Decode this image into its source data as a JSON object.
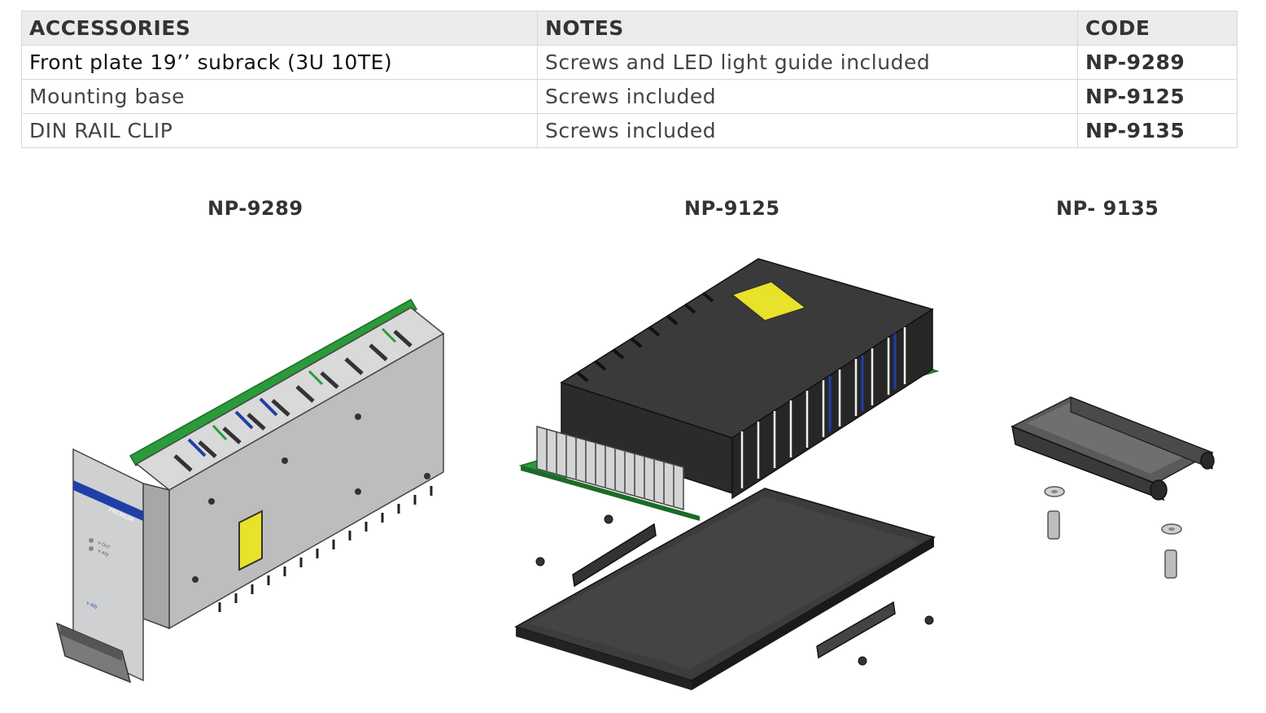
{
  "table": {
    "headers": [
      "ACCESSORIES",
      "NOTES",
      "CODE"
    ],
    "rows": [
      {
        "accessory": "Front plate 19’’ subrack (3U 10TE)",
        "notes": "Screws and LED light guide included",
        "code": "NP-9289"
      },
      {
        "accessory": "Mounting base",
        "notes": "Screws included",
        "code": "NP-9125"
      },
      {
        "accessory": "DIN RAIL CLIP",
        "notes": "Screws included",
        "code": "NP-9135"
      }
    ]
  },
  "figures": [
    {
      "caption": "NP-9289",
      "panel_label": "PREMIUM",
      "panel_text_1": "V OUT",
      "panel_text_2": "V ADJ"
    },
    {
      "caption": "NP-9125"
    },
    {
      "caption": "NP- 9135"
    }
  ],
  "colors": {
    "pcb_green": "#2a9a3a",
    "housing_dark": "#2b2b2b",
    "housing_gray": "#b8b8b8",
    "accent_blue": "#1f3fa8",
    "accent_yellow": "#e8e22a"
  }
}
